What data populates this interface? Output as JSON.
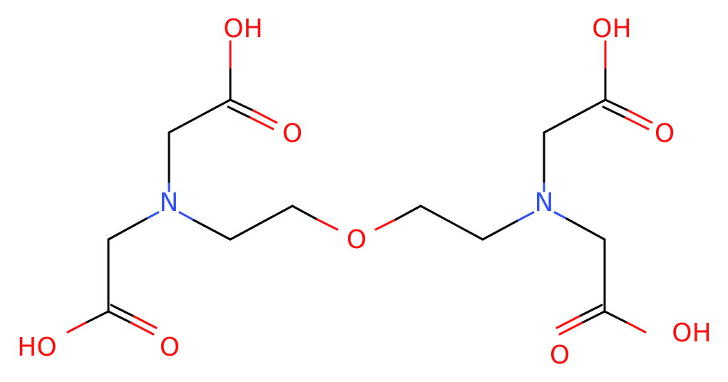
{
  "molecule": {
    "atoms": [
      {
        "id": "o_top_left_oh",
        "label": "OH",
        "element": "O"
      },
      {
        "id": "o_top_left_keto",
        "label": "O",
        "element": "O"
      },
      {
        "id": "n_left",
        "label": "N",
        "element": "N"
      },
      {
        "id": "o_bottom_left_oh",
        "label": "HO",
        "element": "O"
      },
      {
        "id": "o_bottom_left_keto",
        "label": "O",
        "element": "O"
      },
      {
        "id": "o_ether",
        "label": "O",
        "element": "O"
      },
      {
        "id": "n_right",
        "label": "N",
        "element": "N"
      },
      {
        "id": "o_top_right_oh",
        "label": "OH",
        "element": "O"
      },
      {
        "id": "o_top_right_keto",
        "label": "O",
        "element": "O"
      },
      {
        "id": "o_bottom_right_keto",
        "label": "O",
        "element": "O"
      },
      {
        "id": "o_bottom_right_oh",
        "label": "OH",
        "element": "O"
      }
    ],
    "colors": {
      "carbon_bond": "#000000",
      "oxygen": "#ff0d0d",
      "nitrogen": "#3050f8",
      "background": "#ffffff"
    }
  }
}
